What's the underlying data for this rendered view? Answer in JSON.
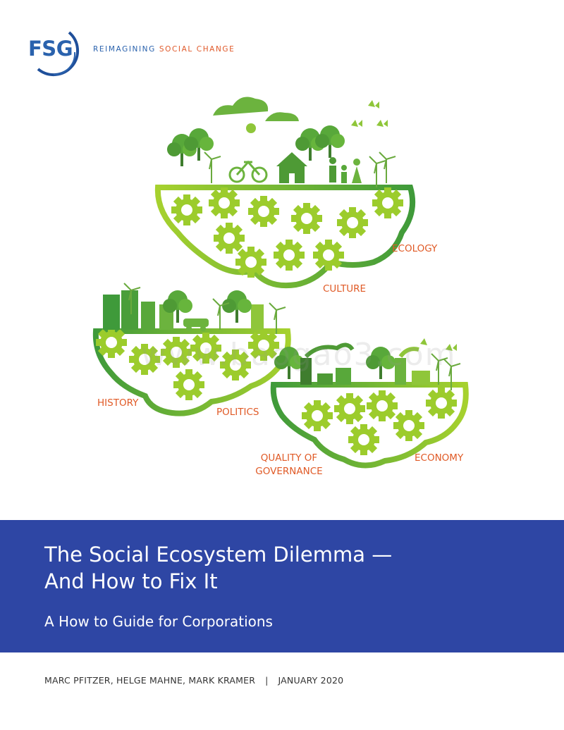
{
  "logo": {
    "text": "FSG",
    "tagline_part1": "REIMAGINING",
    "tagline_part2": "SOCIAL CHANGE"
  },
  "illustration": {
    "labels": {
      "ecology": "ECOLOGY",
      "culture": "CULTURE",
      "history": "HISTORY",
      "politics": "POLITICS",
      "governance_line1": "QUALITY OF",
      "governance_line2": "GOVERNANCE",
      "economy": "ECONOMY"
    },
    "watermark": "www.baogao3.com"
  },
  "colors": {
    "brand_blue": "#2e46a4",
    "logo_blue": "#2a62ad",
    "accent_orange": "#e05a26",
    "green_light": "#9ccc2c",
    "green_dark": "#3f9a3a"
  },
  "cover": {
    "title_line1": "The Social Ecosystem Dilemma —",
    "title_line2": "And How to Fix It",
    "subtitle": "A How to Guide for Corporations"
  },
  "footer": {
    "authors": "MARC PFITZER, HELGE MAHNE, MARK KRAMER",
    "separator": "|",
    "date": "JANUARY 2020"
  }
}
